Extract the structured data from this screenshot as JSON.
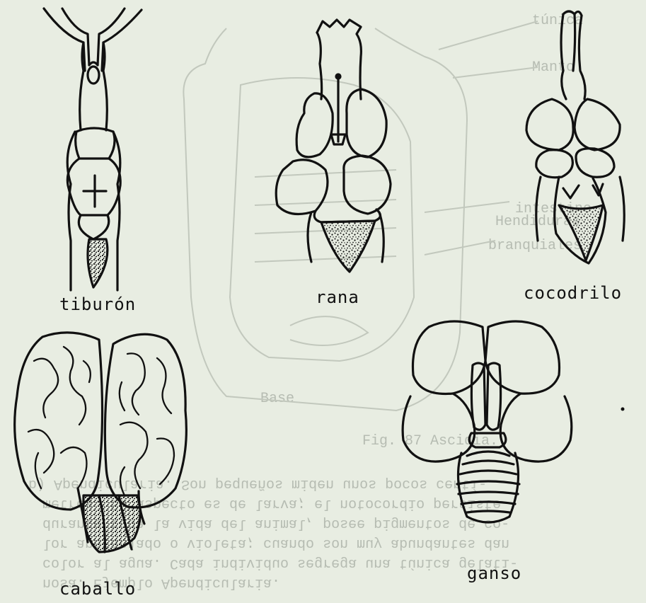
{
  "background": {
    "paper_color": "#e8ede2",
    "ink_color": "#111111",
    "bleed_color": "#b6bcb2",
    "labels_right": [
      "túnica",
      "Manto",
      "intestino",
      "Hendiduras",
      "branquiales"
    ],
    "label_base": "Base",
    "caption": "Fig. 87 Ascidia.",
    "paragraph_lines": [
      "b) Apendicularia. Son pequeños miden unos pocos centí-",
      "metros. Su aspecto es de larva; el notocordio persiste",
      "durante toda la vida del animal, posee pigmentos de co-",
      "lor anaranjado o violeta; cuando son muy abundantes dan",
      "color al agua. Cada individuo segrega una túnica gelati-",
      "nosa. Ejemplo Apendicularia."
    ]
  },
  "brains": [
    {
      "id": "tiburon",
      "label": "tiburón"
    },
    {
      "id": "rana",
      "label": "rana"
    },
    {
      "id": "cocodrilo",
      "label": "cocodrilo"
    },
    {
      "id": "caballo",
      "label": "caballo"
    },
    {
      "id": "ganso",
      "label": "ganso"
    }
  ]
}
